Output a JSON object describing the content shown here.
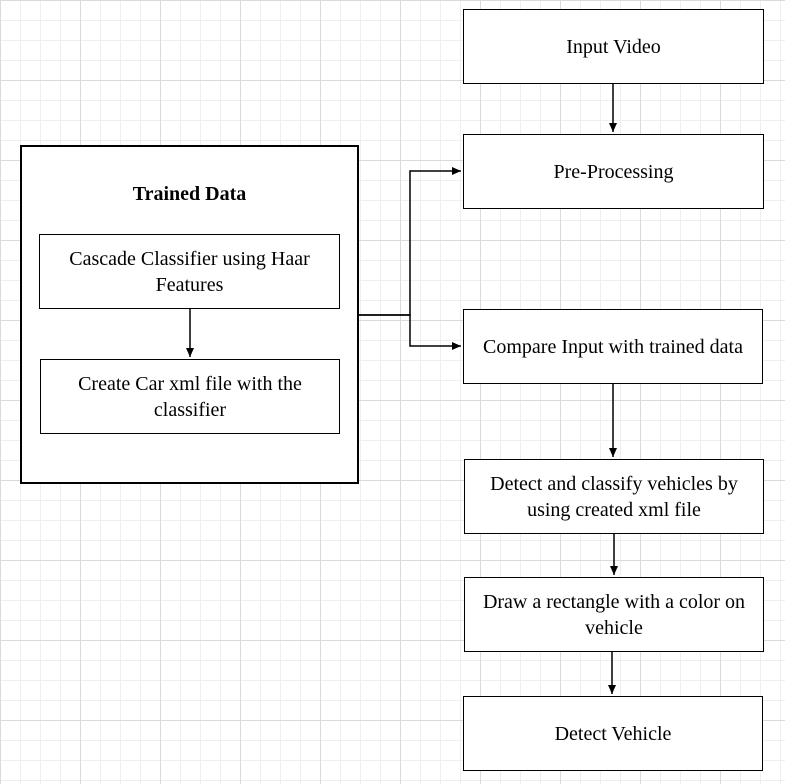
{
  "group": {
    "title": "Trained Data",
    "nodes": {
      "cascade": "Cascade Classifier using Haar Features",
      "xml": "Create Car xml file with the classifier"
    }
  },
  "flow": {
    "input_video": "Input Video",
    "preprocessing": "Pre-Processing",
    "compare": "Compare Input with trained data",
    "detect_classify": "Detect and classify vehicles by using created xml file",
    "draw_rect": "Draw a rectangle with a color on vehicle",
    "detect_vehicle": "Detect Vehicle"
  }
}
